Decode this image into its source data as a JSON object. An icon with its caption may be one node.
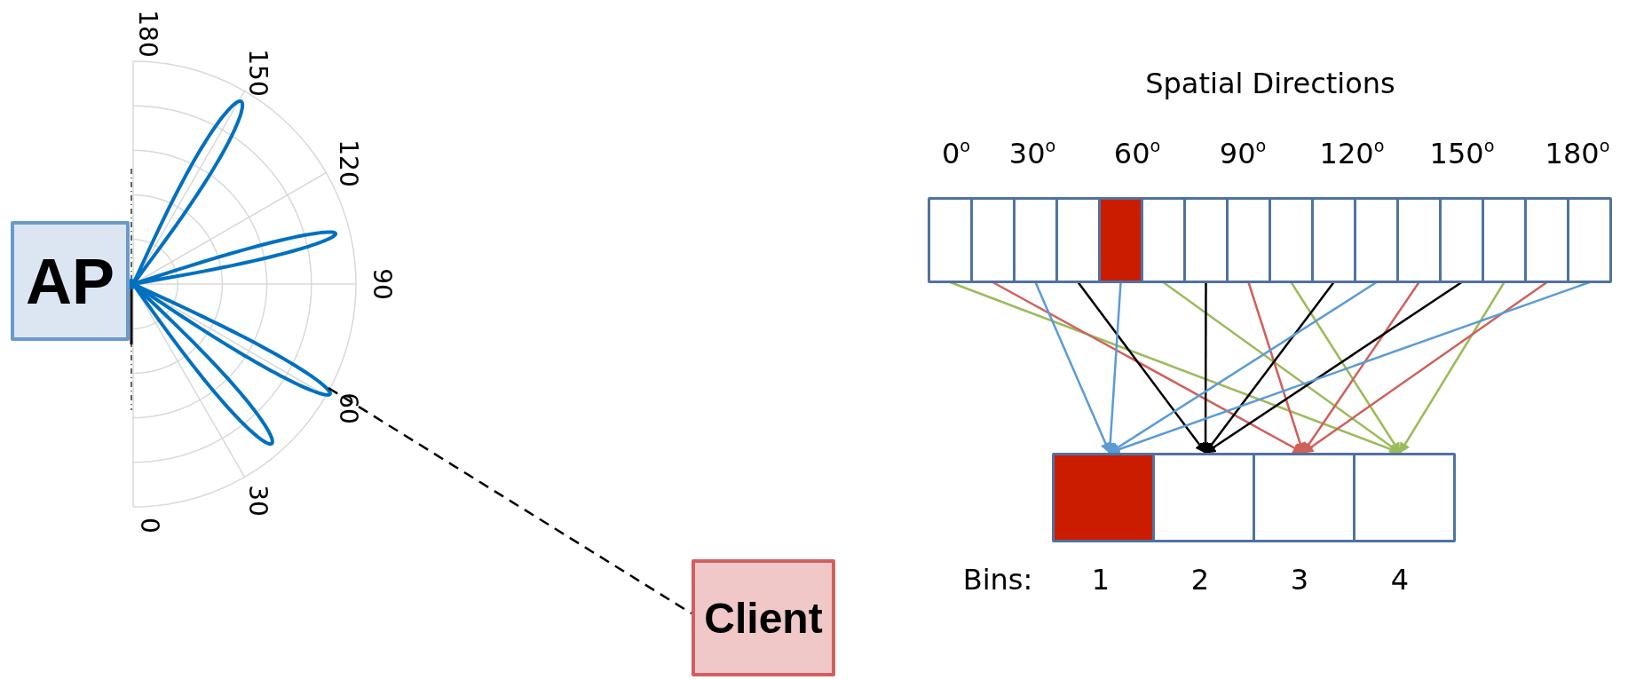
{
  "diagram": {
    "title": "Spatial Directions",
    "nodes": [
      {
        "text": [
          "AP"
        ]
      },
      {
        "text": [
          "Client"
        ]
      },
      {
        "text": [],
        "shape": "box"
      },
      {
        "text": [],
        "shape": "box"
      },
      {
        "text": [],
        "shape": "box"
      },
      {
        "text": [],
        "shape": "box"
      },
      {
        "text": [],
        "shape": "box"
      },
      {
        "text": [],
        "shape": "box"
      },
      {
        "text": [],
        "shape": "box"
      },
      {
        "text": [],
        "shape": "box"
      },
      {
        "text": [],
        "shape": "box"
      },
      {
        "text": [],
        "shape": "box"
      },
      {
        "text": [],
        "shape": "box"
      },
      {
        "text": [],
        "shape": "box"
      },
      {
        "text": [],
        "shape": "box"
      },
      {
        "text": [],
        "shape": "box"
      },
      {
        "text": [],
        "shape": "box"
      },
      {
        "text": [],
        "shape": "box"
      },
      {
        "text": [],
        "shape": "box"
      },
      {
        "text": [],
        "shape": "box"
      },
      {
        "text": [],
        "shape": "box"
      },
      {
        "text": [],
        "shape": "box"
      }
    ],
    "edges": [
      {
        "from": 0,
        "to": 1,
        "arrow": "none",
        "style": "dashed"
      },
      {
        "from": 2,
        "to": 21,
        "arrow": "to",
        "color": "#9bbb59"
      },
      {
        "from": 3,
        "to": 20,
        "arrow": "to",
        "color": "#d0605a"
      },
      {
        "from": 4,
        "to": 18,
        "arrow": "to",
        "color": "#5b9bd5"
      },
      {
        "from": 5,
        "to": 19,
        "arrow": "to",
        "color": "#000000"
      },
      {
        "from": 6,
        "to": 18,
        "arrow": "to",
        "color": "#5b9bd5"
      },
      {
        "from": 7,
        "to": 21,
        "arrow": "to",
        "color": "#9bbb59"
      },
      {
        "from": 8,
        "to": 19,
        "arrow": "to",
        "color": "#000000"
      },
      {
        "from": 9,
        "to": 20,
        "arrow": "to",
        "color": "#d0605a"
      },
      {
        "from": 10,
        "to": 21,
        "arrow": "to",
        "color": "#9bbb59"
      },
      {
        "from": 11,
        "to": 19,
        "arrow": "to",
        "color": "#000000"
      },
      {
        "from": 12,
        "to": 18,
        "arrow": "to",
        "color": "#5b9bd5"
      },
      {
        "from": 13,
        "to": 20,
        "arrow": "to",
        "color": "#d0605a"
      },
      {
        "from": 14,
        "to": 19,
        "arrow": "to",
        "color": "#000000"
      },
      {
        "from": 15,
        "to": 21,
        "arrow": "to",
        "color": "#9bbb59"
      },
      {
        "from": 16,
        "to": 20,
        "arrow": "to",
        "color": "#d0605a"
      },
      {
        "from": 17,
        "to": 18,
        "arrow": "to",
        "color": "#5b9bd5"
      }
    ],
    "labels": [
      "180",
      "150",
      "120",
      "90",
      "60",
      "30",
      "0",
      "0$^{o}$",
      "30$^{o}$",
      "60$^{o}$",
      "90$^{o}$",
      "120$^{o}$",
      "150$^{o}$",
      "180$^{o}$",
      "Bins:",
      "1",
      "2",
      "3",
      "4"
    ]
  }
}
